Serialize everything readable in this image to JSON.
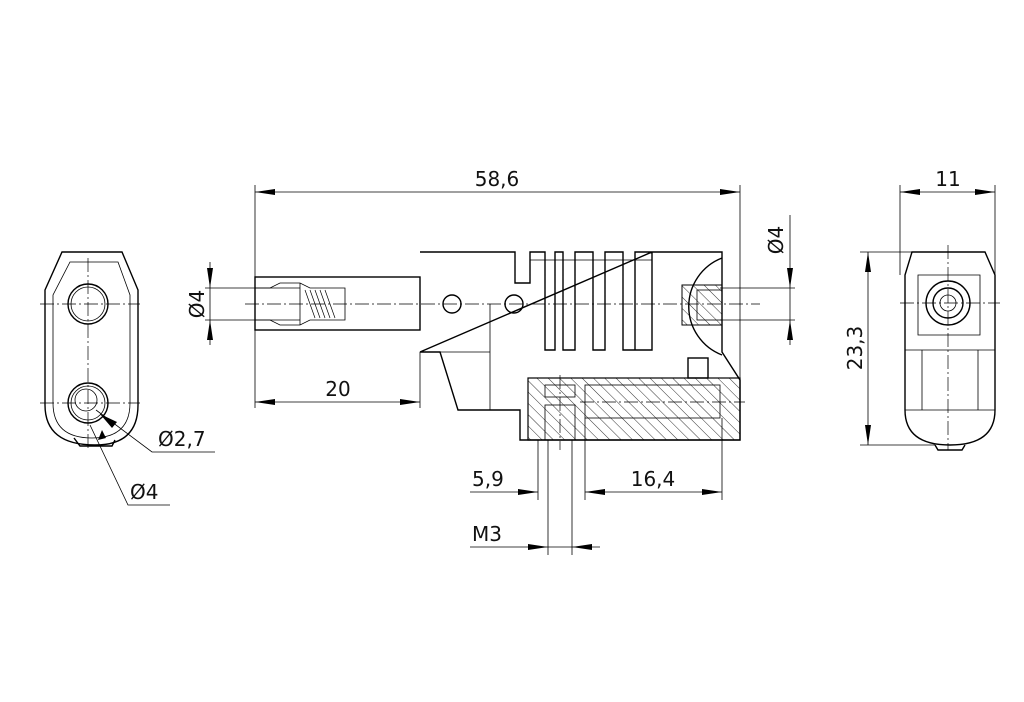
{
  "drawing": {
    "dimensions": {
      "overall_length": "58,6",
      "pin_diameter": "Ø4",
      "pin_length": "20",
      "socket_diameter": "Ø4",
      "width": "11",
      "height": "23,3",
      "hole_small": "Ø2,7",
      "hole_large": "Ø4",
      "screw_offset": "5,9",
      "bore_length": "16,4",
      "thread": "M3"
    }
  }
}
